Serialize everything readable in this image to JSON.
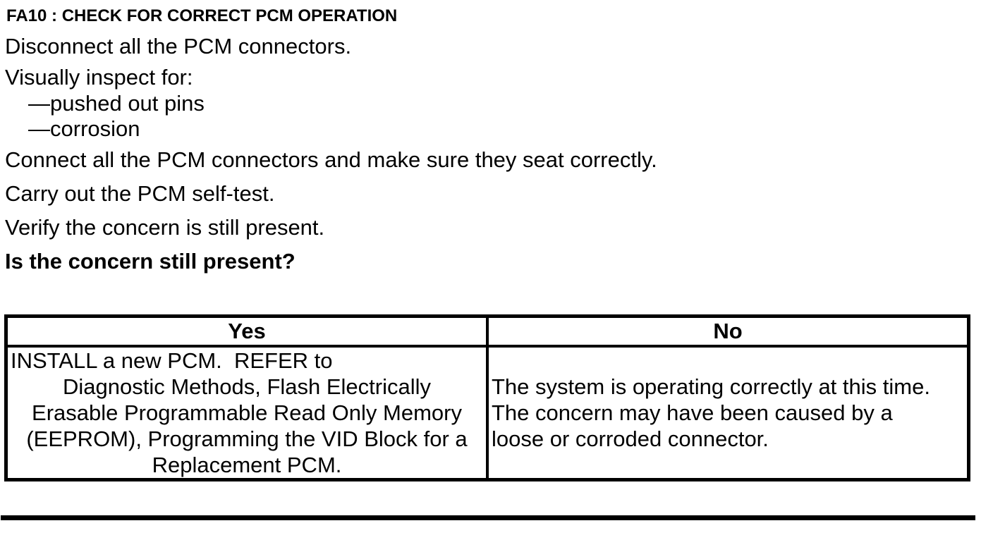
{
  "document": {
    "title": "FA10 : CHECK FOR CORRECT PCM OPERATION",
    "step_disconnect": "Disconnect all the PCM connectors.",
    "step_inspect": "Visually inspect for:",
    "inspect_items": [
      "—pushed out pins",
      "—corrosion"
    ],
    "step_connect": "Connect all the PCM connectors and make sure they seat correctly.",
    "step_selftest": "Carry out the PCM self-test.",
    "step_verify": "Verify the concern is still present.",
    "question": "Is the concern still present?"
  },
  "decision_table": {
    "headers": [
      "Yes",
      "No"
    ],
    "yes_lines": [
      "INSTALL a new PCM.  REFER to",
      "Diagnostic Methods, Flash Electrically",
      "Erasable Programmable Read Only Memory",
      "(EEPROM), Programming the VID Block for a",
      "Replacement PCM."
    ],
    "no_lines": [
      "The system is operating correctly at this time.",
      "The concern may have been caused by a",
      "loose or corroded connector."
    ]
  },
  "colors": {
    "text": "#000000",
    "background": "#ffffff",
    "table_border": "#000000",
    "rule": "#000000"
  }
}
